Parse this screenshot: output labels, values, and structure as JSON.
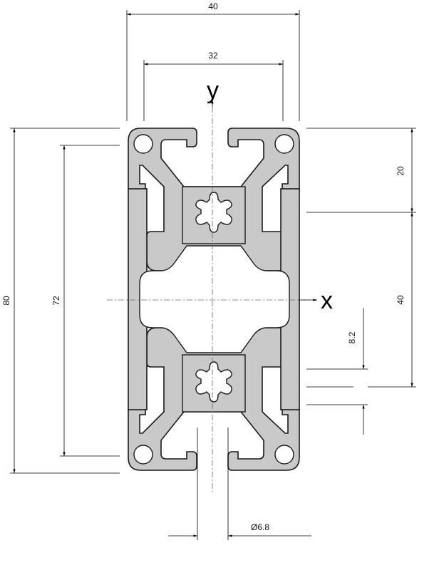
{
  "dimensions": {
    "overall_width": "40",
    "slot_pitch": "32",
    "overall_height": "80",
    "inner_height": "72",
    "segment_upper": "20",
    "segment_lower": "40",
    "slot_opening": "8.2",
    "core_bore": "Ø6.8"
  },
  "axes": {
    "x_label": "x",
    "y_label": "y"
  },
  "colors": {
    "profile_fill": "#c9c9c9",
    "profile_stroke": "#1a1a1a",
    "line": "#000000"
  }
}
